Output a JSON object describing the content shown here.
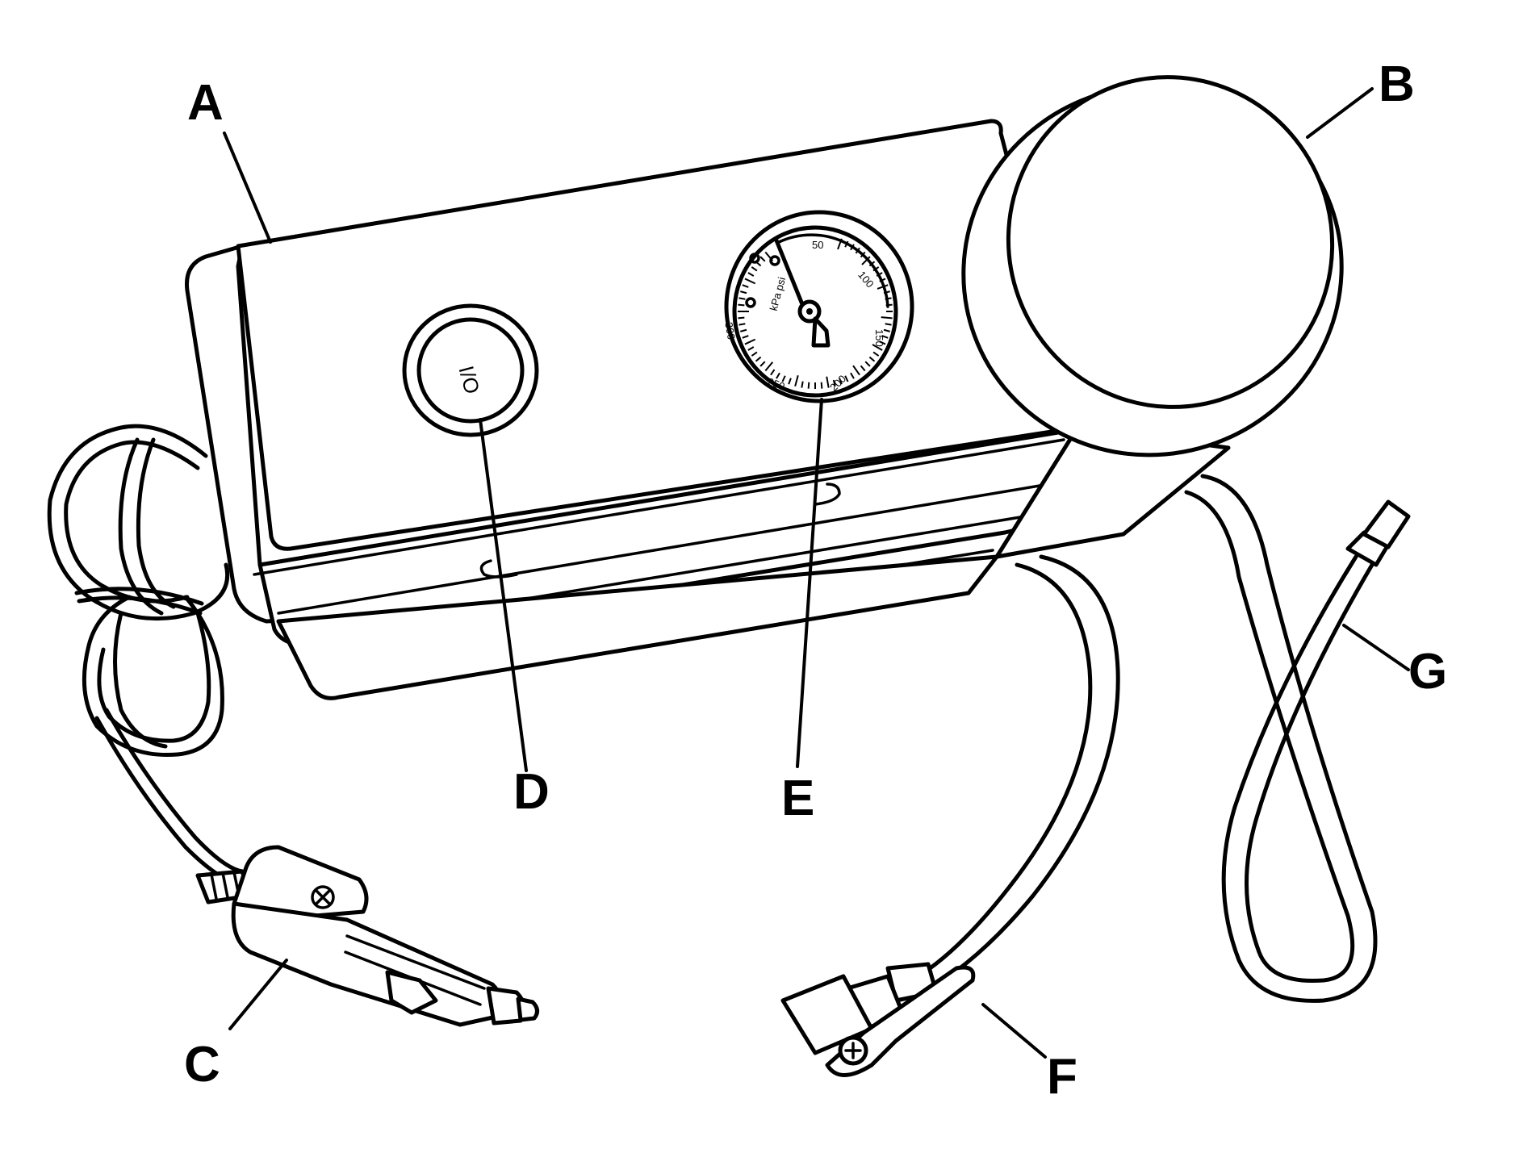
{
  "labels": {
    "a": "A",
    "b": "B",
    "c": "C",
    "d": "D",
    "e": "E",
    "f": "F",
    "g": "G"
  },
  "switch_text": "I/O",
  "gauge": {
    "unit_text": "kPa psi",
    "scale_labels": [
      "50",
      "100",
      "150",
      "200",
      "250",
      "300"
    ]
  },
  "colors": {
    "line": "#000000",
    "background": "#ffffff"
  }
}
